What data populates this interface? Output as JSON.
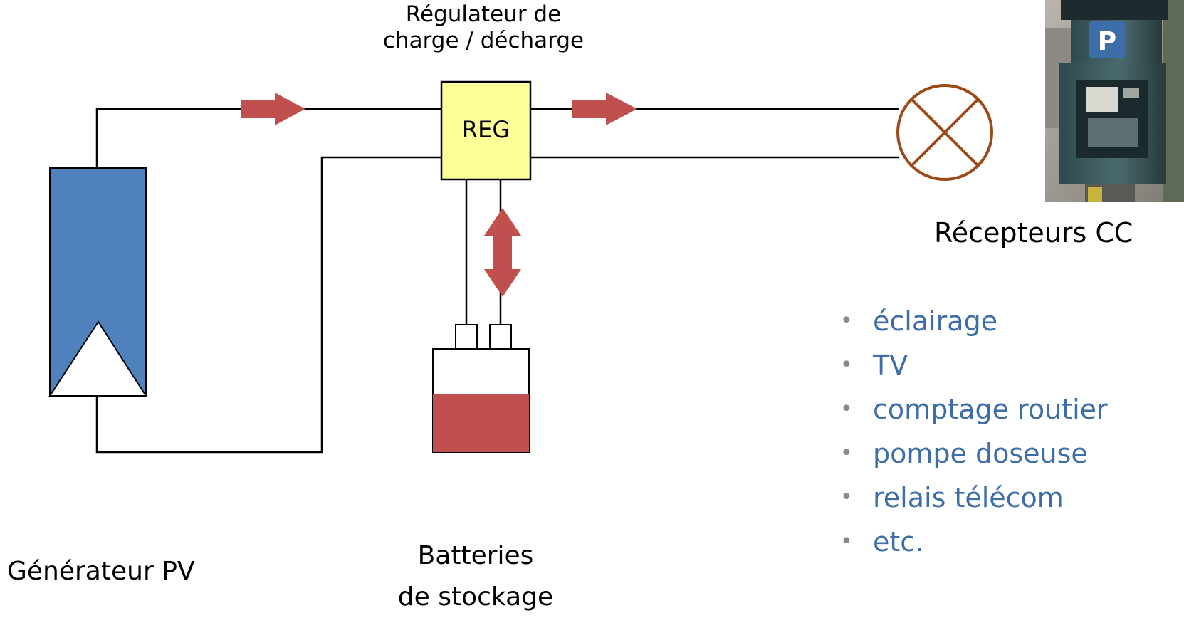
{
  "diagram": {
    "regulator_title_line1": "Régulateur de",
    "regulator_title_line2": "charge / décharge",
    "regulator_label": "REG",
    "pv_label": "Générateur PV",
    "battery_label_line1": "Batteries",
    "battery_label_line2": "de stockage",
    "receivers_label": "Récepteurs CC",
    "receivers_list": [
      "éclairage",
      "TV",
      "comptage routier",
      "pompe doseuse",
      "relais télécom",
      "etc."
    ],
    "meter_sign": "P"
  },
  "colors": {
    "pv_panel": "#4f81bd",
    "regulator_fill": "#ffff99",
    "battery_fill": "#c0504d",
    "arrow": "#c0504d",
    "lamp": "#9c4a17",
    "bullet_text": "#3d6ea8"
  },
  "icons": {
    "lamp": "lamp-icon",
    "pv": "pv-panel-icon",
    "battery": "battery-icon",
    "meter_photo": "parking-meter-photo"
  }
}
